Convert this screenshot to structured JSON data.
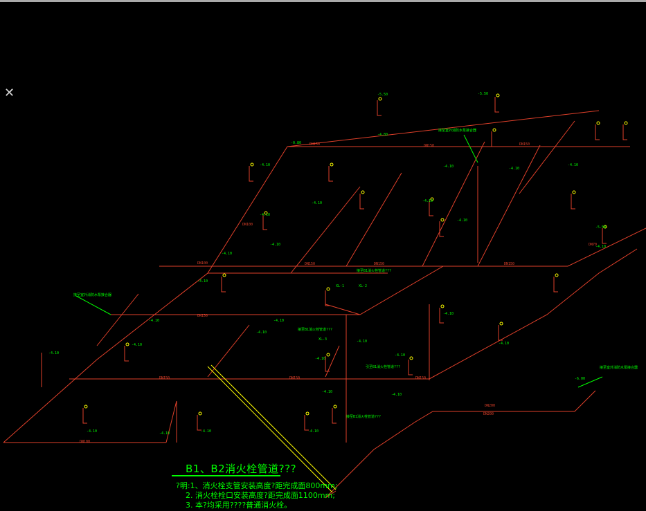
{
  "toolbar": {
    "close_glyph": "✕"
  },
  "colors": {
    "pipe": "#e0402a",
    "label": "#00ff00",
    "marker": "#ffff00",
    "leader": "#00ff00",
    "background": "#000000"
  },
  "drawing": {
    "title": "B1、B2消火栓管道???",
    "notes": [
      "?明:1、消火栓支管安装高度?距完成面800mm;",
      "2. 消火栓栓口安装高度?距完成面1100mm;",
      "3. 本?均采用????普通消火栓。"
    ]
  },
  "labels": {
    "pipe_dn150": "DN150",
    "pipe_dn100": "DN100",
    "pipe_dn70": "DN70",
    "pipe_dn200": "DN200",
    "xl": [
      "XL-1",
      "XL-2",
      "XL-3"
    ],
    "elevations": [
      "-5.50",
      "-4.80",
      "-4.10",
      "-0.80",
      "-6.00",
      "-5.20",
      "-3.70",
      "-4.60"
    ],
    "annotations": [
      "接至B1消火栓管道???",
      "接至B1消火栓管道???",
      "接至室外消防水泵接合器",
      "接至室外消防水泵接合器",
      "引至B1消火栓管道???",
      "接至B1消火栓管道???",
      "接至室外消防水泵接合器"
    ]
  }
}
